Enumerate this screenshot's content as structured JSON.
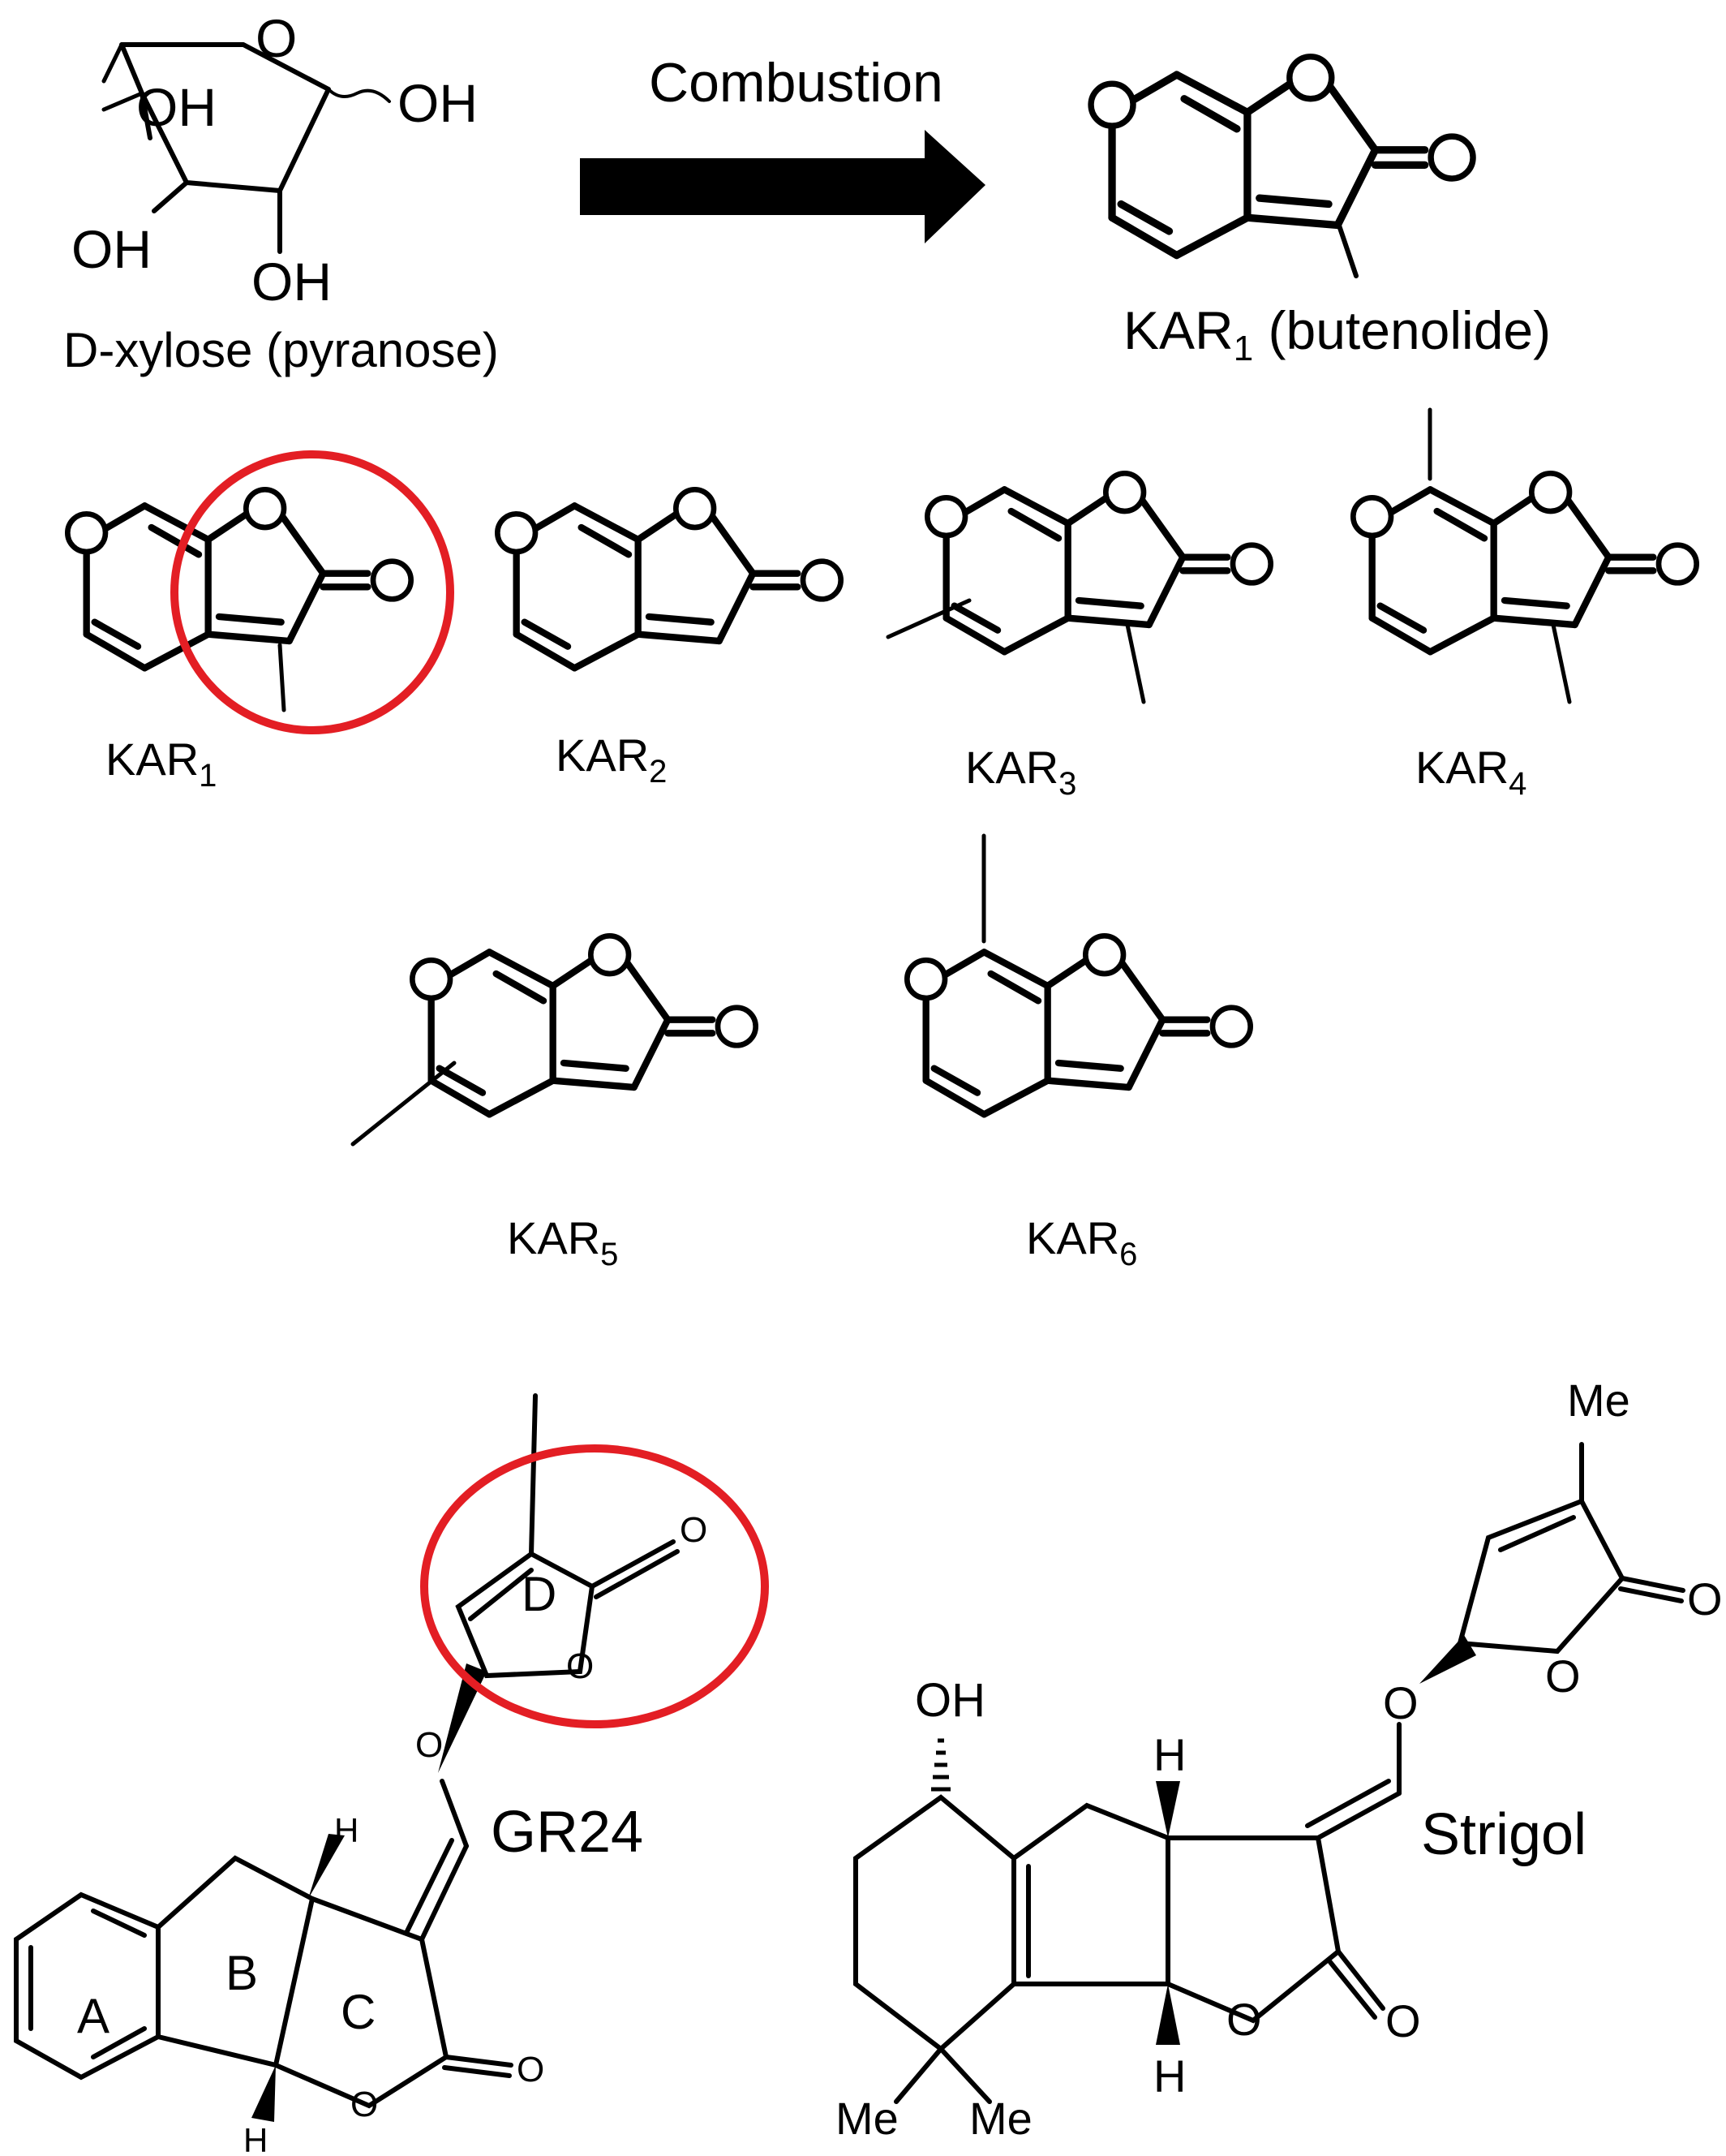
{
  "top": {
    "xylose_caption": "D-xylose (pyranose)",
    "arrow_label": "Combustion",
    "kar1_caption": "KAR",
    "kar1_caption_sub": "1",
    "kar1_caption_suffix": " (butenolide)"
  },
  "atoms": {
    "O": "O",
    "OH": "OH",
    "H": "H",
    "Me": "Me"
  },
  "karrikins": [
    {
      "label": "KAR",
      "sub": "1"
    },
    {
      "label": "KAR",
      "sub": "2"
    },
    {
      "label": "KAR",
      "sub": "3"
    },
    {
      "label": "KAR",
      "sub": "4"
    },
    {
      "label": "KAR",
      "sub": "5"
    },
    {
      "label": "KAR",
      "sub": "6"
    }
  ],
  "gr24": {
    "name": "GR24",
    "rings": [
      "A",
      "B",
      "C",
      "D"
    ]
  },
  "strigol": {
    "name": "Strigol"
  },
  "colors": {
    "ink": "#000000",
    "highlight": "#e31e24"
  }
}
